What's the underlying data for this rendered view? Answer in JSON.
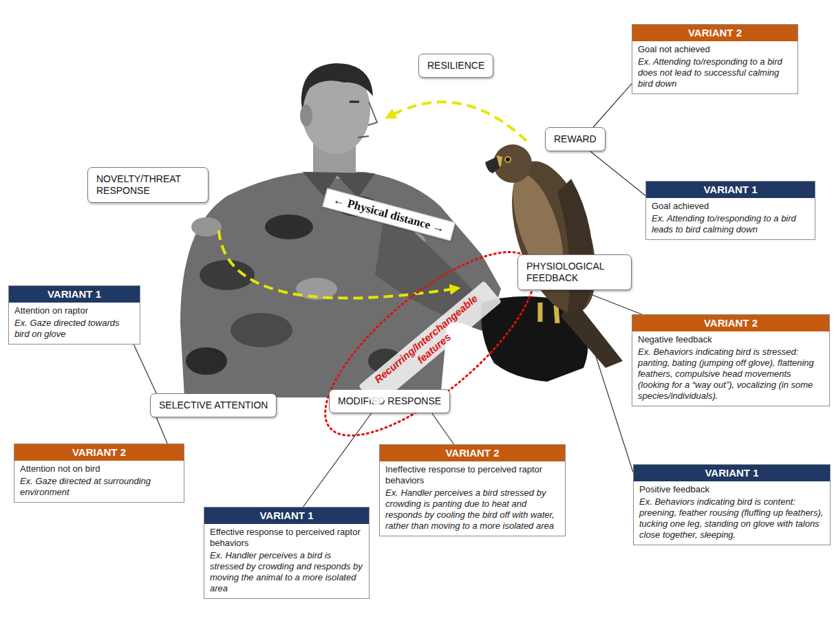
{
  "diagram": {
    "nodes": [
      {
        "text": [
          "RESILIENCE"
        ]
      },
      {
        "text": [
          "VARIANT 2",
          "Goal not achieved",
          "Ex. Attending to/responding to a bird does not lead to successful calming bird down"
        ]
      },
      {
        "text": [
          "REWARD"
        ]
      },
      {
        "text": [
          "VARIANT 1",
          "Goal achieved",
          "Ex. Attending to/responding to a bird leads to bird calming down"
        ]
      },
      {
        "text": [
          "NOVELTY/THREAT RESPONSE"
        ]
      },
      {
        "text": [
          "PHYSIOLOGICAL FEEDBACK"
        ]
      },
      {
        "text": [
          "VARIANT 1",
          "Attention on raptor",
          "Ex. Gaze directed towards bird on glove"
        ]
      },
      {
        "text": [
          "VARIANT 2",
          "Negative feedback",
          "Ex. Behaviors indicating bird is stressed: panting, bating (jumping off glove), flattening feathers, compulsive head movements (looking for a “way out”), vocalizing (in some species/individuals)."
        ]
      },
      {
        "text": [
          "SELECTIVE ATTENTION"
        ]
      },
      {
        "text": [
          "MODIFIED RESPONSE"
        ]
      },
      {
        "text": [
          "VARIANT 2",
          "Attention not on bird",
          "Ex. Gaze directed at surrounding environment"
        ]
      },
      {
        "text": [
          "VARIANT 2",
          "Ineffective response to perceived raptor behaviors",
          "Ex. Handler perceives a bird stressed by crowding is panting due to heat and responds by cooling the bird off with water, rather than moving to a more isolated area"
        ]
      },
      {
        "text": [
          "VARIANT 1",
          "Positive feedback",
          "Ex. Behaviors indicating bird is content: preening, feather rousing (fluffing up feathers), tucking one leg, standing on glove with talons close together, sleeping."
        ]
      },
      {
        "text": [
          "VARIANT 1",
          "Effective response to perceived raptor behaviors",
          "Ex. Handler perceives a bird is stressed by crowding and responds by moving the animal to a more isolated area"
        ]
      }
    ],
    "edges": [
      {
        "from": 2,
        "to": 1,
        "arrow": "none"
      },
      {
        "from": 2,
        "to": 3,
        "arrow": "none"
      },
      {
        "from": 5,
        "to": 7,
        "arrow": "none"
      },
      {
        "from": 5,
        "to": 12,
        "arrow": "none"
      },
      {
        "from": 8,
        "to": 6,
        "arrow": "none"
      },
      {
        "from": 8,
        "to": 10,
        "arrow": "none"
      },
      {
        "from": 9,
        "to": 13,
        "arrow": "none"
      },
      {
        "from": 9,
        "to": 11,
        "arrow": "none"
      }
    ],
    "labels": [
      "← Physical distance →",
      "Recurring/Interchangeable features"
    ]
  }
}
